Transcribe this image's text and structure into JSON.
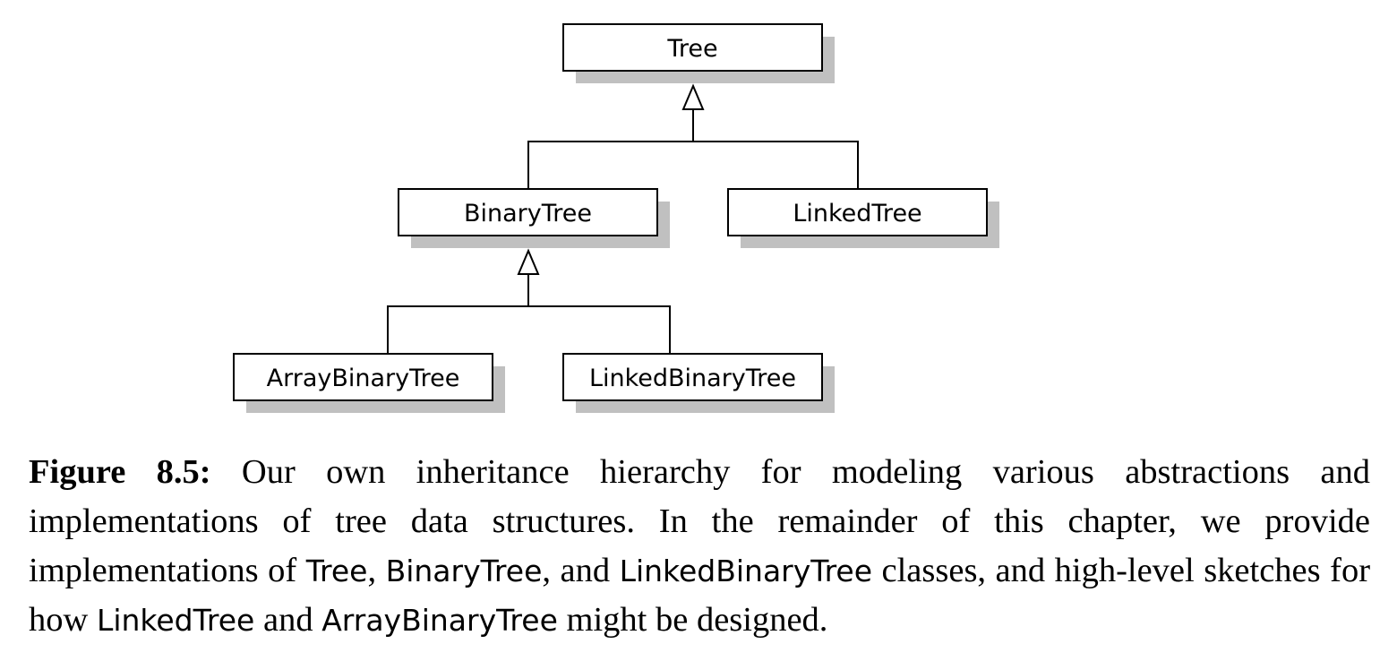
{
  "diagram": {
    "nodes": {
      "tree": "Tree",
      "binary_tree": "BinaryTree",
      "linked_tree": "LinkedTree",
      "array_binary_tree": "ArrayBinaryTree",
      "linked_binary_tree": "LinkedBinaryTree"
    },
    "edges": [
      {
        "from": "binary_tree",
        "to": "tree",
        "type": "inheritance"
      },
      {
        "from": "linked_tree",
        "to": "tree",
        "type": "inheritance"
      },
      {
        "from": "array_binary_tree",
        "to": "binary_tree",
        "type": "inheritance"
      },
      {
        "from": "linked_binary_tree",
        "to": "binary_tree",
        "type": "inheritance"
      }
    ],
    "colors": {
      "box_border": "#000000",
      "box_fill": "#ffffff",
      "shadow": "#c0c0c0"
    }
  },
  "caption": {
    "label": "Figure 8.5:",
    "t1": " Our own inheritance hierarchy for modeling various abstractions and implementations of tree data structures. In the remainder of this chapter, we provide implementations of ",
    "c1": "Tree",
    "t2": ", ",
    "c2": "BinaryTree",
    "t3": ", and ",
    "c3": "LinkedBinaryTree",
    "t4": " classes, and high-level sketches for how ",
    "c4": "LinkedTree",
    "t5": " and ",
    "c5": "ArrayBinaryTree",
    "t6": " might be designed."
  }
}
